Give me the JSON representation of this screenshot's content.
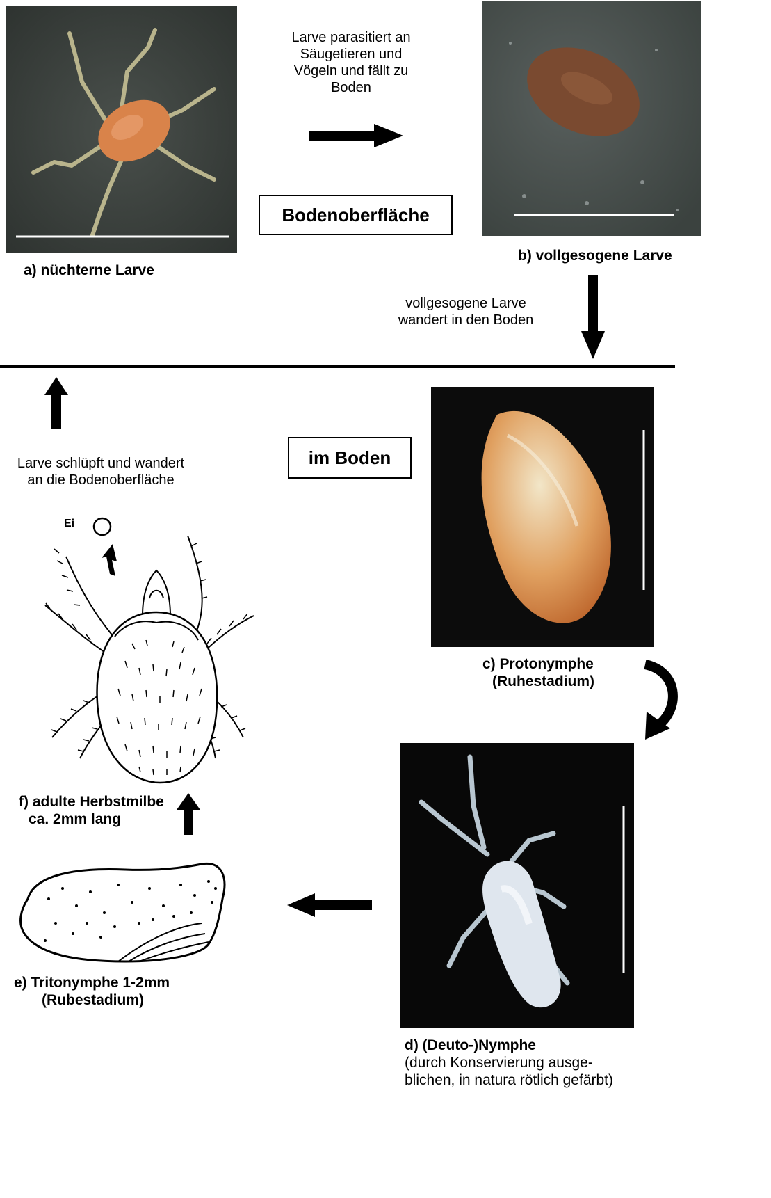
{
  "captions": {
    "a": "a) nüchterne Larve",
    "b": "b) vollgesogene Larve",
    "c_line1": "c) Protonymphe",
    "c_line2": "(Ruhestadium)",
    "d_line1": "d) (Deuto-)Nymphe",
    "d_line2": "(durch Konservierung ausge-",
    "d_line3": "blichen, in natura rötlich gefärbt)",
    "e_line1": "e) Tritonymphe 1-2mm",
    "e_line2": "(Rubestadium)",
    "f_line1": "f) adulte Herbstmilbe",
    "f_line2": "ca. 2mm lang"
  },
  "notes": {
    "top_line1": "Larve parasitiert an",
    "top_line2": "Säugetieren und",
    "top_line3": "Vögeln und fällt zu",
    "top_line4": "Boden",
    "right_line1": "vollgesogene Larve",
    "right_line2": "wandert in den Boden",
    "left_line1": "Larve schlüpft und wandert",
    "left_line2": "an die Bodenoberfläche"
  },
  "boxes": {
    "surface": "Bodenoberfläche",
    "soil": "im Boden"
  },
  "egg_label": "Ei",
  "colors": {
    "photo_dark": "#3a3f3c",
    "larva_orange": "#d9834a",
    "engorged": "#7a4a30",
    "protonymph": "#e0a060",
    "nymph_white": "#dfe6ee"
  }
}
